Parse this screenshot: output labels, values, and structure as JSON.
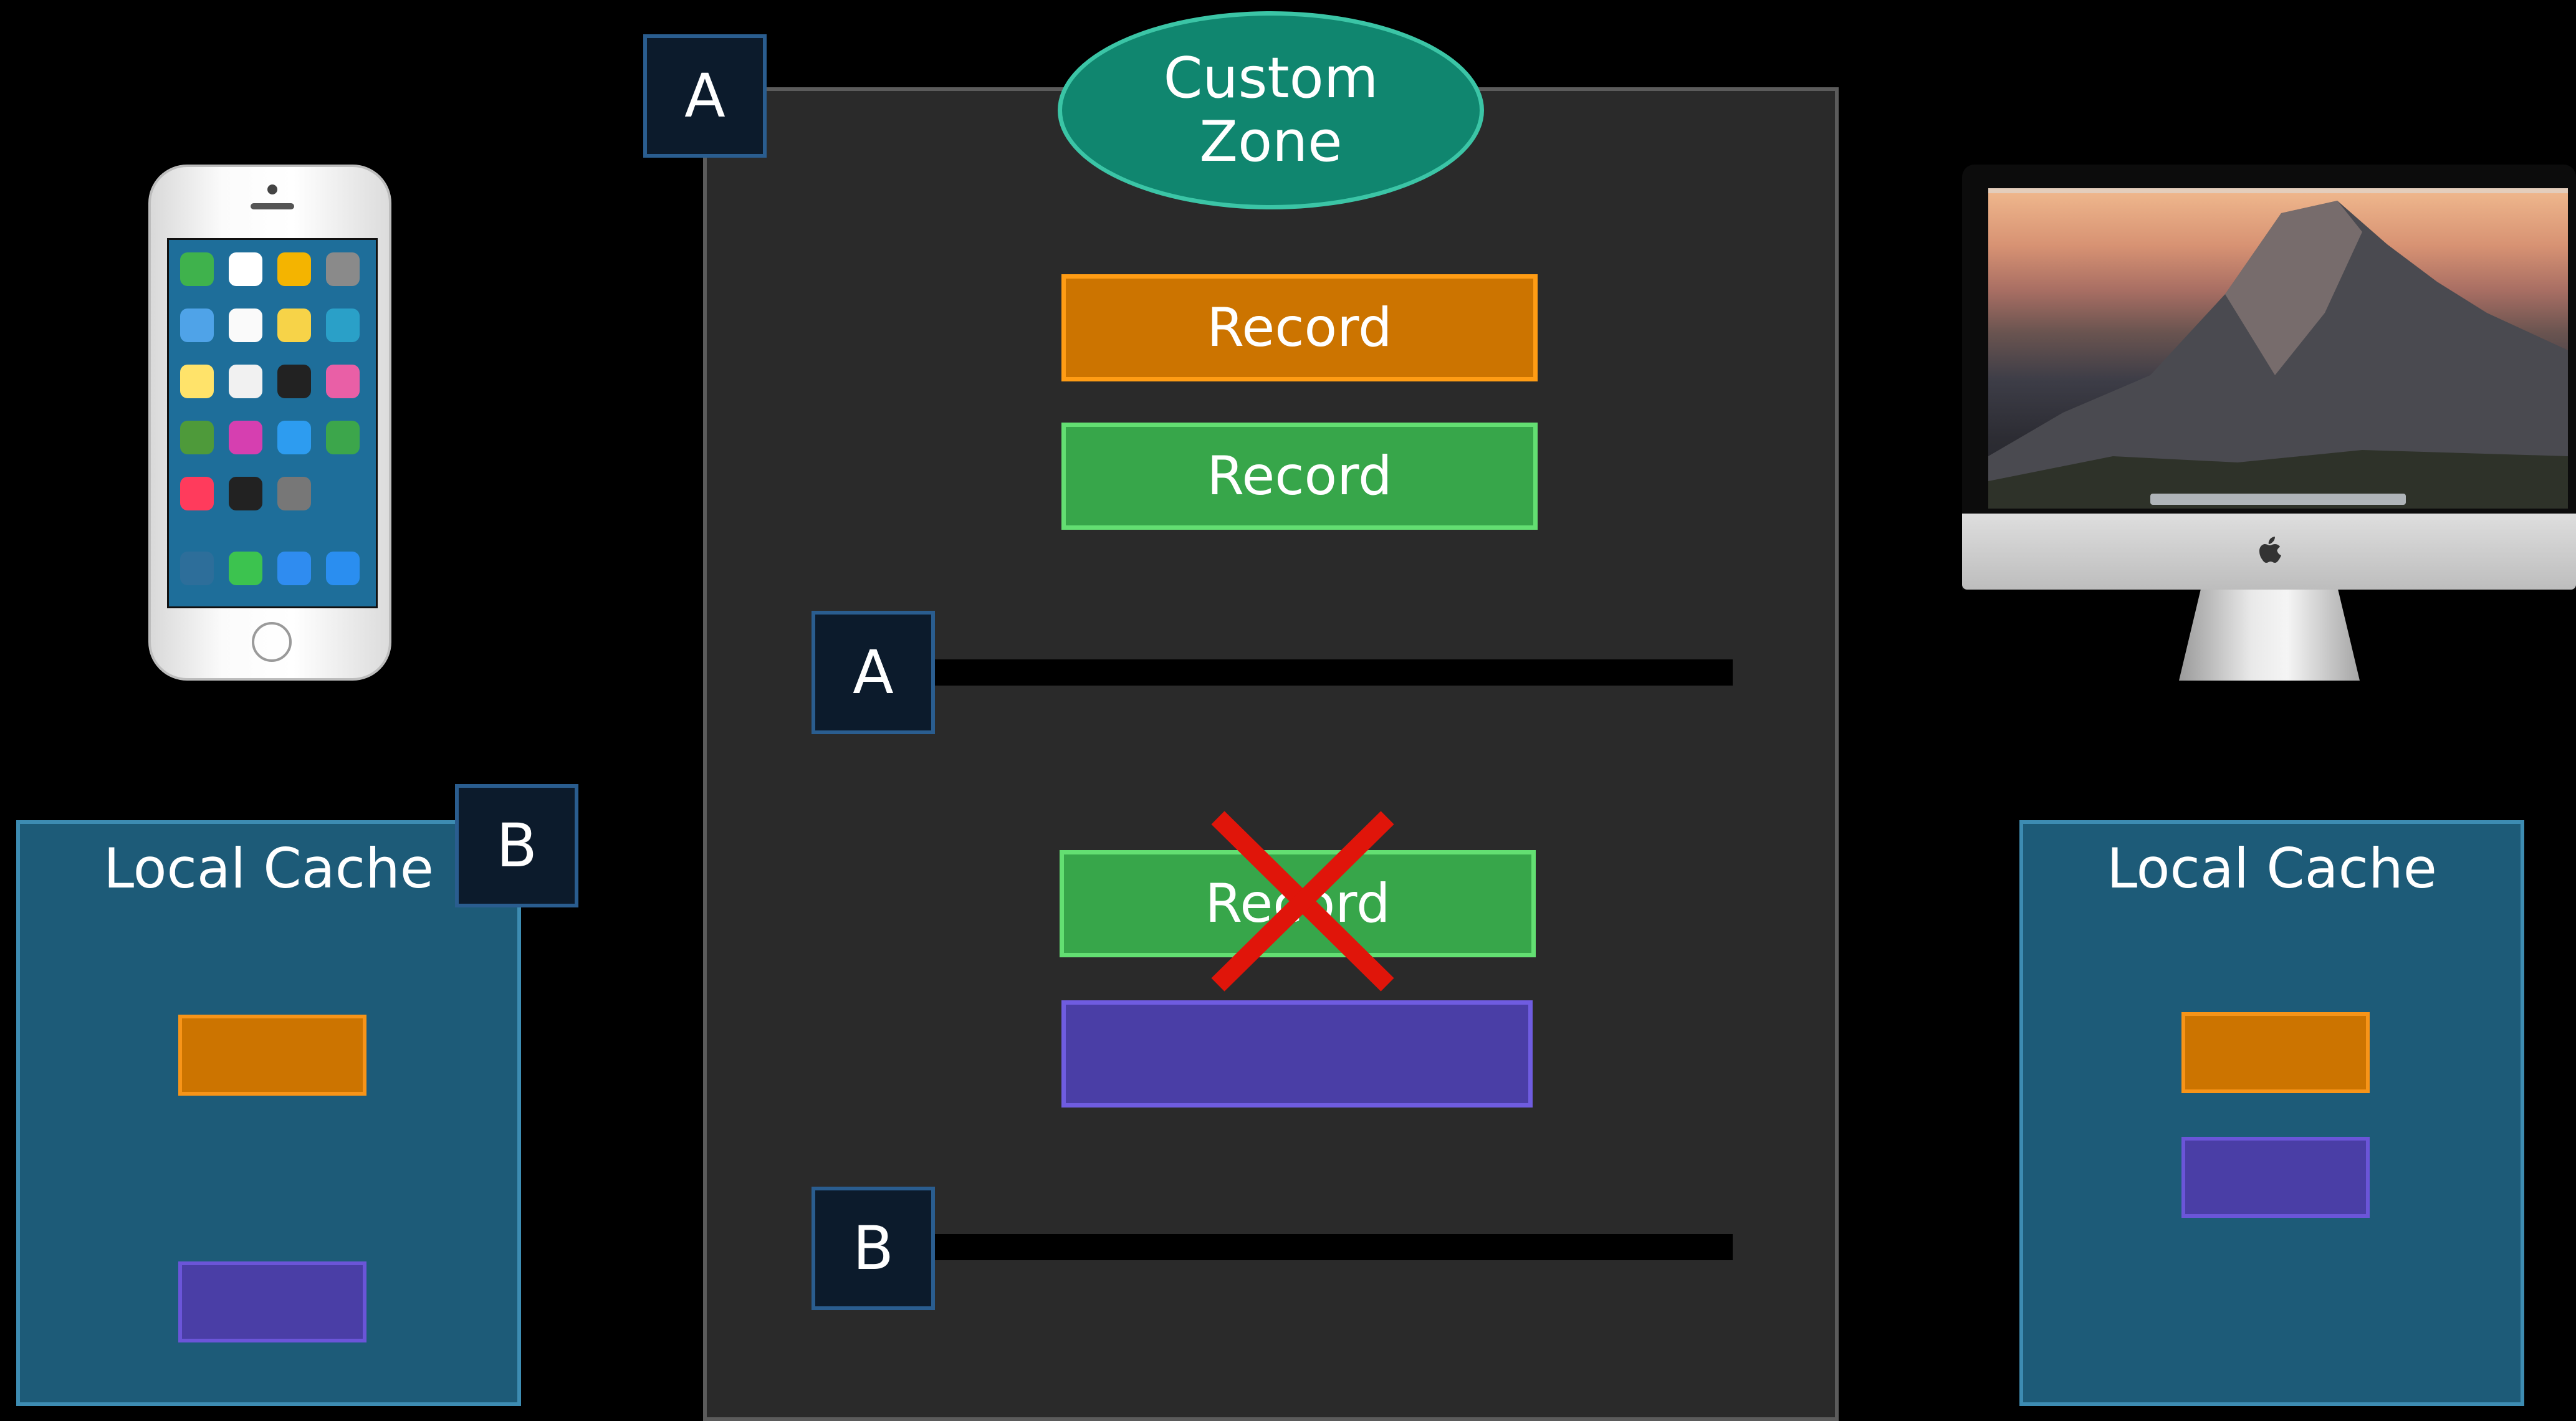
{
  "zone": {
    "title_line1": "Custom",
    "title_line2": "Zone"
  },
  "badges": {
    "zone_badge": "A",
    "timeline_a": "A",
    "timeline_b": "B",
    "cache_badge": "B"
  },
  "records": [
    {
      "label": "Record",
      "color": "orange"
    },
    {
      "label": "Record",
      "color": "green"
    },
    {
      "label": "Record",
      "color": "green",
      "deleted": true
    },
    {
      "label": "",
      "color": "purple"
    }
  ],
  "caches": {
    "left": {
      "title": "Local Cache",
      "chips": [
        "orange",
        "purple"
      ]
    },
    "right": {
      "title": "Local Cache",
      "chips": [
        "orange",
        "purple"
      ]
    }
  },
  "colors": {
    "orange": "#cc7400",
    "green": "#37a64a",
    "purple": "#4a3ea6",
    "teal": "#10866f",
    "delete_mark": "#e0150a",
    "cache_blue": "#1d5b78"
  },
  "devices": {
    "left": "iphone",
    "right": "imac"
  }
}
